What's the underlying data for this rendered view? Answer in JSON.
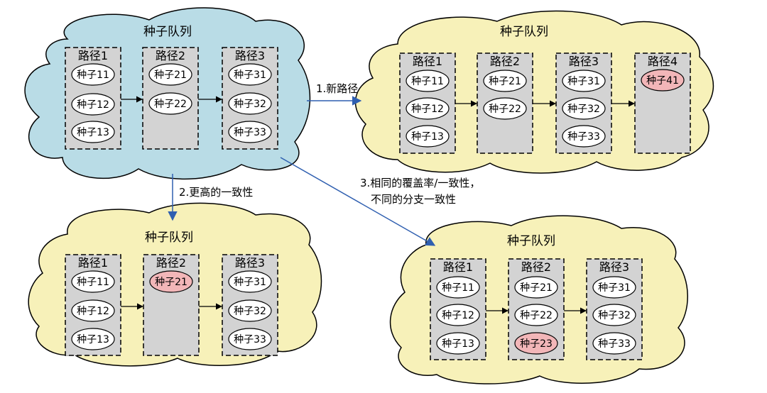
{
  "colors": {
    "cloud_blue": "#b9dce6",
    "cloud_yellow": "#f7f1b9",
    "path_box": "#d3d3d3",
    "seed_fill": "#ffffff",
    "seed_highlight": "#f2b6b8",
    "edge_arrow": "#2f5fb0",
    "inner_arrow": "#000000"
  },
  "clouds": [
    {
      "name": "cloud-original",
      "color": "blue",
      "title": "种子队列",
      "paths": [
        {
          "label": "路径1",
          "seeds": [
            {
              "text": "种子11",
              "highlight": false
            },
            {
              "text": "种子12",
              "highlight": false
            },
            {
              "text": "种子13",
              "highlight": false
            }
          ]
        },
        {
          "label": "路径2",
          "seeds": [
            {
              "text": "种子21",
              "highlight": false
            },
            {
              "text": "种子22",
              "highlight": false
            }
          ]
        },
        {
          "label": "路径3",
          "seeds": [
            {
              "text": "种子31",
              "highlight": false
            },
            {
              "text": "种子32",
              "highlight": false
            },
            {
              "text": "种子33",
              "highlight": false
            }
          ]
        }
      ]
    },
    {
      "name": "cloud-new-path",
      "color": "yellow",
      "title": "种子队列",
      "paths": [
        {
          "label": "路径1",
          "seeds": [
            {
              "text": "种子11",
              "highlight": false
            },
            {
              "text": "种子12",
              "highlight": false
            },
            {
              "text": "种子13",
              "highlight": false
            }
          ]
        },
        {
          "label": "路径2",
          "seeds": [
            {
              "text": "种子21",
              "highlight": false
            },
            {
              "text": "种子22",
              "highlight": false
            }
          ]
        },
        {
          "label": "路径3",
          "seeds": [
            {
              "text": "种子31",
              "highlight": false
            },
            {
              "text": "种子32",
              "highlight": false
            },
            {
              "text": "种子33",
              "highlight": false
            }
          ]
        },
        {
          "label": "路径4",
          "seeds": [
            {
              "text": "种子41",
              "highlight": true
            }
          ]
        }
      ]
    },
    {
      "name": "cloud-higher-consistency",
      "color": "yellow",
      "title": "种子队列",
      "paths": [
        {
          "label": "路径1",
          "seeds": [
            {
              "text": "种子11",
              "highlight": false
            },
            {
              "text": "种子12",
              "highlight": false
            },
            {
              "text": "种子13",
              "highlight": false
            }
          ]
        },
        {
          "label": "路径2",
          "seeds": [
            {
              "text": "种子21",
              "highlight": true
            }
          ]
        },
        {
          "label": "路径3",
          "seeds": [
            {
              "text": "种子31",
              "highlight": false
            },
            {
              "text": "种子32",
              "highlight": false
            },
            {
              "text": "种子33",
              "highlight": false
            }
          ]
        }
      ]
    },
    {
      "name": "cloud-different-branch",
      "color": "yellow",
      "title": "种子队列",
      "paths": [
        {
          "label": "路径1",
          "seeds": [
            {
              "text": "种子11",
              "highlight": false
            },
            {
              "text": "种子12",
              "highlight": false
            },
            {
              "text": "种子13",
              "highlight": false
            }
          ]
        },
        {
          "label": "路径2",
          "seeds": [
            {
              "text": "种子21",
              "highlight": false
            },
            {
              "text": "种子22",
              "highlight": false
            },
            {
              "text": "种子23",
              "highlight": true
            }
          ]
        },
        {
          "label": "路径3",
          "seeds": [
            {
              "text": "种子31",
              "highlight": false
            },
            {
              "text": "种子32",
              "highlight": false
            },
            {
              "text": "种子33",
              "highlight": false
            }
          ]
        }
      ]
    }
  ],
  "edges": [
    {
      "name": "edge-new-path",
      "label_lines": [
        "1.新路径"
      ]
    },
    {
      "name": "edge-higher-consistency",
      "label_lines": [
        "2.更高的一致性"
      ]
    },
    {
      "name": "edge-same-coverage",
      "label_lines": [
        "3.相同的覆盖率/一致性，",
        "不同的分支一致性"
      ]
    }
  ]
}
